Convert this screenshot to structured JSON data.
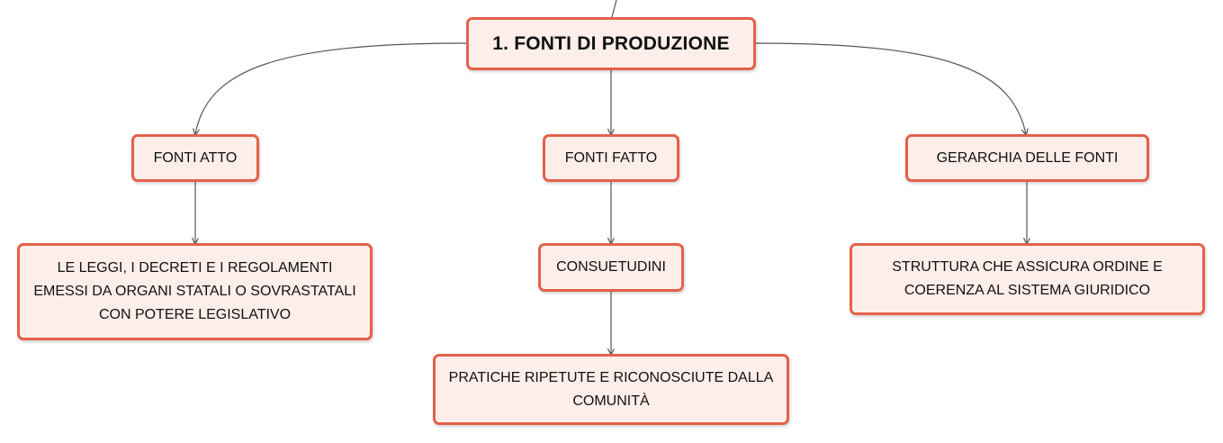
{
  "diagram": {
    "accent_color": "#e4614a",
    "node_fill": "#fdeee9",
    "line_color": "#555555",
    "root": {
      "label": "1. FONTI DI PRODUZIONE"
    },
    "branches": [
      {
        "label": "FONTI ATTO",
        "children": [
          {
            "label": "LE LEGGI, I DECRETI E I REGOLAMENTI EMESSI DA ORGANI STATALI O SOVRASTATALI CON POTERE LEGISLATIVO"
          }
        ]
      },
      {
        "label": "FONTI FATTO",
        "children": [
          {
            "label": "CONSUETUDINI",
            "children": [
              {
                "label": "PRATICHE RIPETUTE E RICONOSCIUTE DALLA COMUNITÀ"
              }
            ]
          }
        ]
      },
      {
        "label": "GERARCHIA DELLE FONTI",
        "children": [
          {
            "label": "STRUTTURA CHE ASSICURA ORDINE E COERENZA AL SISTEMA GIURIDICO"
          }
        ]
      }
    ]
  }
}
